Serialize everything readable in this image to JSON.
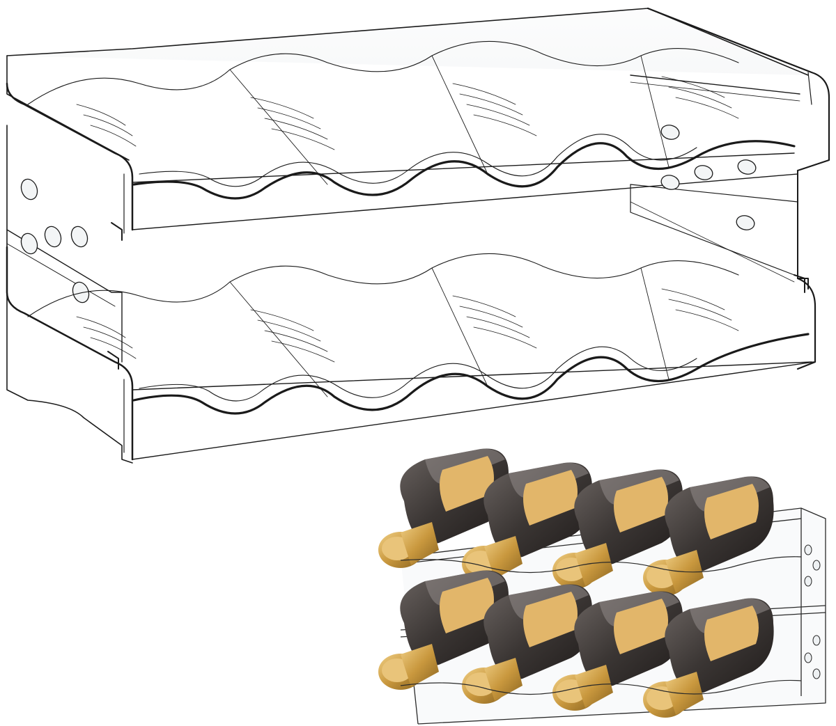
{
  "image": {
    "subject": "product-photo",
    "background_color": "#ffffff"
  },
  "rack": {
    "tiers": 2,
    "bottles_per_tier": 4,
    "material": "clear-acrylic",
    "outline_color": "#1a1a1a",
    "tint_color": "#eef1f3"
  },
  "bottles": {
    "count": 8,
    "cap_color": "#c9983e",
    "label_color": "#e2b66a",
    "glass_color": "#3b3634"
  }
}
